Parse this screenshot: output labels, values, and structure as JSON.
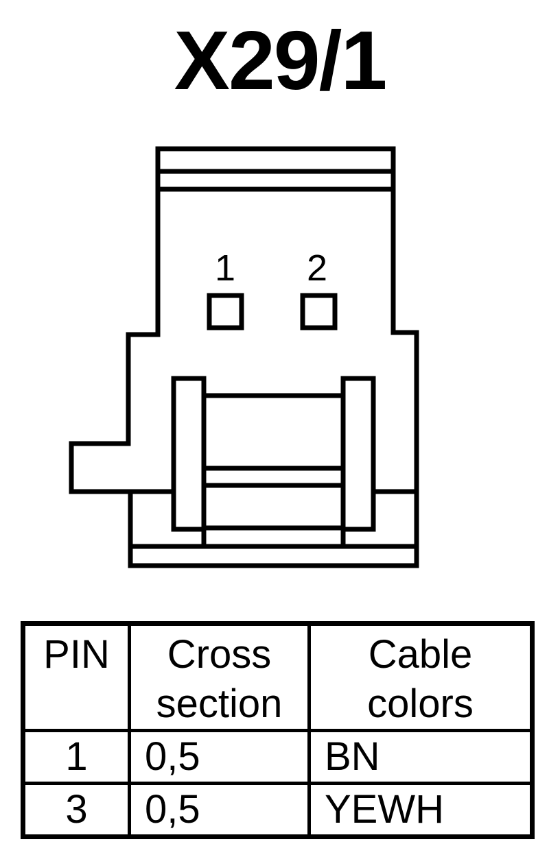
{
  "title": "X29/1",
  "connector": {
    "pin_labels": [
      "1",
      "2"
    ]
  },
  "table": {
    "headers": [
      "PIN",
      "Cross section",
      "Cable colors"
    ],
    "rows": [
      {
        "pin": "1",
        "cross_section": "0,5",
        "cable_color": "BN"
      },
      {
        "pin": "3",
        "cross_section": "0,5",
        "cable_color": "YEWH"
      }
    ]
  },
  "colors": {
    "line": "#000000",
    "background": "#ffffff"
  }
}
